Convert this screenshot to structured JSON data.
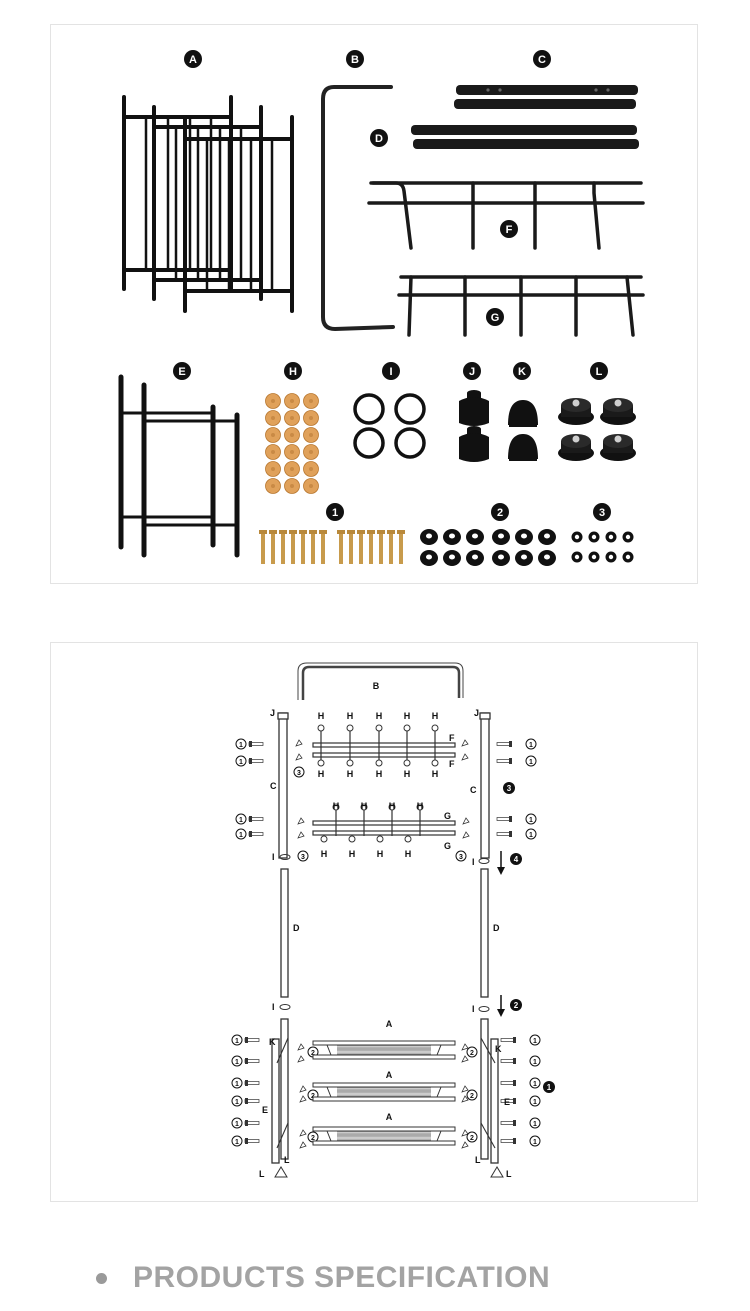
{
  "parts": {
    "letters": [
      "A",
      "B",
      "C",
      "D",
      "E",
      "F",
      "G",
      "H",
      "I",
      "J",
      "K",
      "L"
    ],
    "numbers": [
      "1",
      "2",
      "3"
    ]
  },
  "assembly": {
    "labels": {
      "B": "B",
      "C": "C",
      "D": "D",
      "E": "E",
      "F": "F",
      "G": "G",
      "H": "H",
      "I": "I",
      "J": "J",
      "K": "K",
      "L": "L",
      "A": "A"
    },
    "steps": [
      "1",
      "2",
      "3",
      "4"
    ]
  },
  "footer": {
    "section_title": "PRODUCTS SPECIFICATION"
  },
  "colors": {
    "part_fill": "#111111",
    "knob": "#e0a15a",
    "frame_border": "#e3e3e3",
    "footer_text": "#a3a3a3"
  }
}
